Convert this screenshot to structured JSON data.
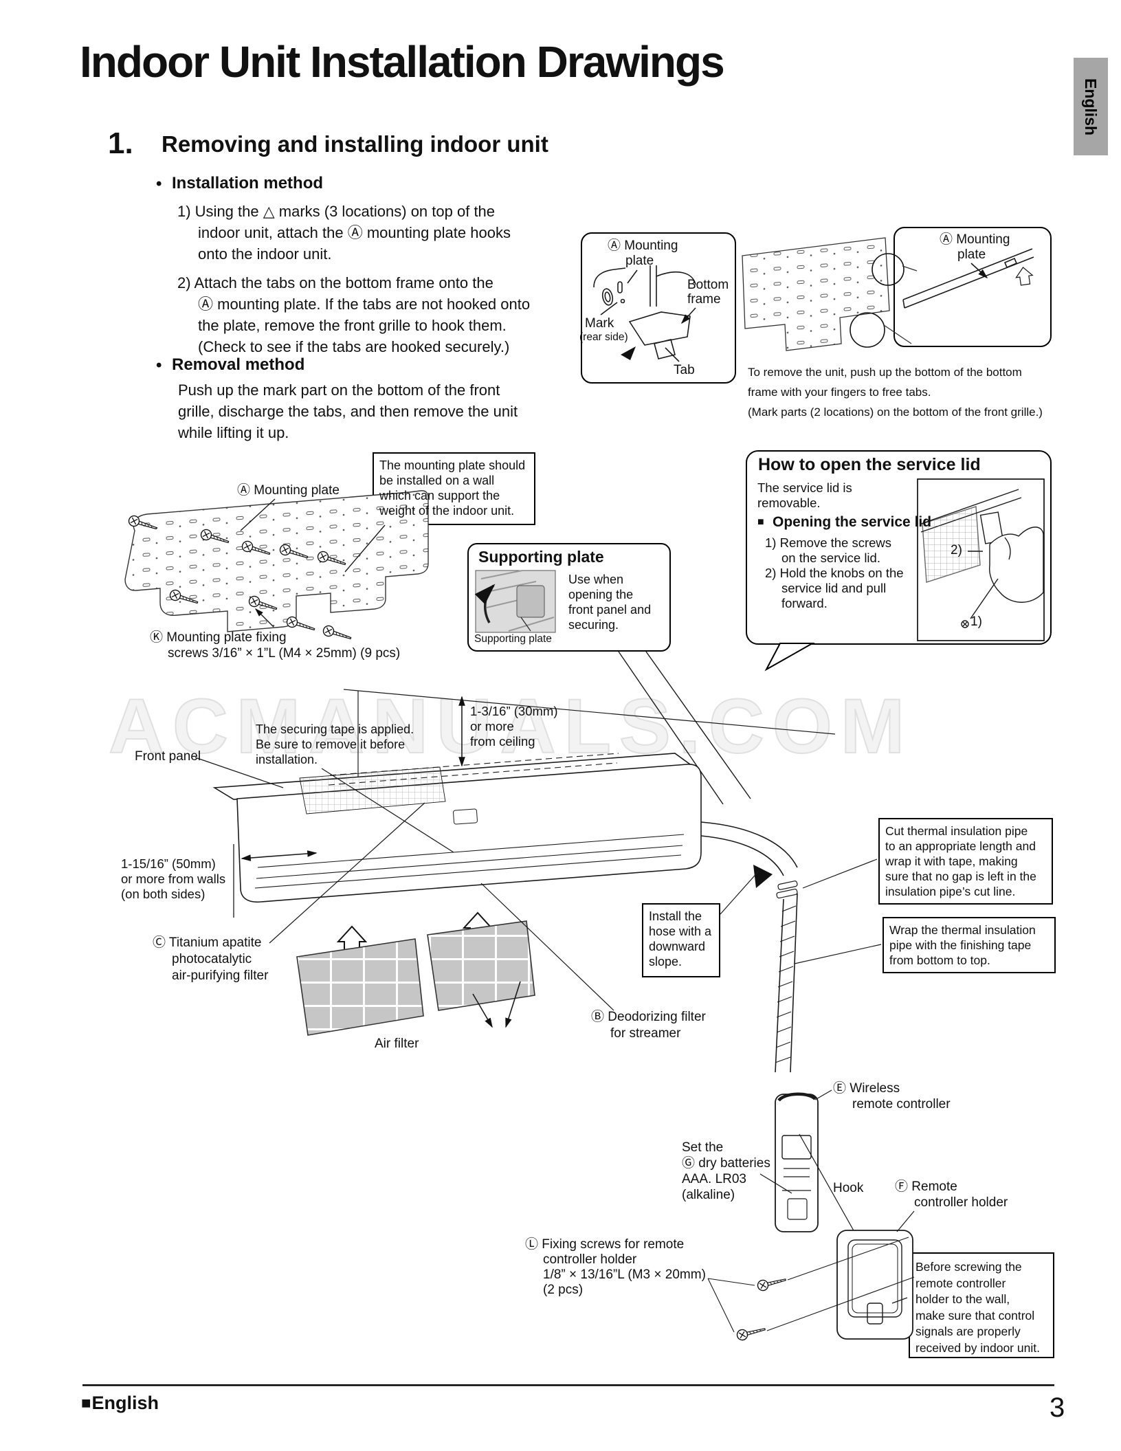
{
  "page": {
    "title": "Indoor Unit Installation Drawings",
    "side_tab": "English",
    "watermark": "ACMANUALS.COM",
    "footer_bullet": "■",
    "footer_language": "English",
    "page_number": "3"
  },
  "section": {
    "number": "1.",
    "title": "Removing and installing indoor unit",
    "bullet": "•",
    "installation_heading": "Installation method",
    "step1": "1) Using the △ marks (3 locations) on top of the\nindoor unit, attach the Ⓐ mounting plate hooks\nonto the indoor unit.",
    "step2": "2) Attach the tabs on the bottom frame onto the\nⒶ mounting plate. If the tabs are not hooked onto\nthe plate, remove the front grille to hook them.\n(Check to see if the tabs are hooked securely.)",
    "removal_heading": "Removal method",
    "removal_text": "Push up the mark part on the bottom of the front\ngrille, discharge the tabs, and then remove the unit\nwhile lifting it up."
  },
  "top_diagrams": {
    "left_box_label": "Ⓐ Mounting\nplate",
    "bottom_frame_label": "Bottom\nframe",
    "mark_label": "Mark",
    "mark_sublabel": "(rear side)",
    "tab_label": "Tab",
    "right_box_label": "Ⓐ Mounting\nplate",
    "note": "To remove the unit, push up the bottom of the bottom\nframe with your fingers to free tabs.\n(Mark parts (2 locations) on the bottom of the front grille.)"
  },
  "mounting_plate": {
    "label": "Ⓐ Mounting plate",
    "wall_note": "The mounting plate should\nbe installed on a wall\nwhich can support the\nweight of the indoor unit.",
    "fixing_screws_label": "Ⓚ Mounting plate fixing\nscrews 3/16” × 1”L (M4 × 25mm) (9 pcs)"
  },
  "supporting_plate_box": {
    "title": "Supporting plate",
    "image_caption": "Supporting plate",
    "text": "Use when\nopening the\nfront panel and\nsecuring."
  },
  "service_lid_box": {
    "title": "How to open the service lid",
    "intro": "The service lid is\nremovable.",
    "marker": "■",
    "subheading": "Opening the service lid",
    "step1": "1) Remove the screws\non the service lid.",
    "step2": "2) Hold the knobs on the\nservice lid and pull\nforward.",
    "figure_label_2": "2)",
    "figure_label_1": "1)"
  },
  "unit_diagram": {
    "ceiling_clearance": "1-3/16” (30mm)\nor more\nfrom ceiling",
    "securing_tape_note": "The securing tape is applied.\nBe sure to remove it before\ninstallation.",
    "front_panel_label": "Front panel",
    "wall_clearance": "1-15/16” (50mm)\nor more from walls\n(on both sides)",
    "filter_c_label": "Ⓒ Titanium apatite\nphotocatalytic\nair-purifying filter",
    "air_filter_label": "Air filter",
    "hose_note": "Install the\nhose with a\ndownward\nslope.",
    "filter_b_label": "Ⓑ Deodorizing filter\nfor streamer",
    "cut_pipe_note": "Cut thermal insulation pipe\nto an appropriate length and\nwrap it with tape, making\nsure that no gap is left in the\ninsulation pipe’s cut line.",
    "wrap_pipe_note": "Wrap the thermal insulation\npipe with the finishing tape\nfrom bottom to top."
  },
  "remote_controller": {
    "wireless_label": "Ⓔ Wireless\nremote controller",
    "battery_note": "Set the\nⒼ dry batteries\nAAA. LR03\n(alkaline)",
    "hook_label": "Hook",
    "holder_label": "Ⓕ Remote\ncontroller holder",
    "fixing_screws_label": "Ⓛ Fixing screws for remote\ncontroller holder\n1/8” × 13/16”L (M3 × 20mm)\n(2 pcs)",
    "holder_note": "Before screwing the\nremote controller\nholder to the wall,\nmake sure that control\nsignals are properly\nreceived by indoor unit."
  }
}
